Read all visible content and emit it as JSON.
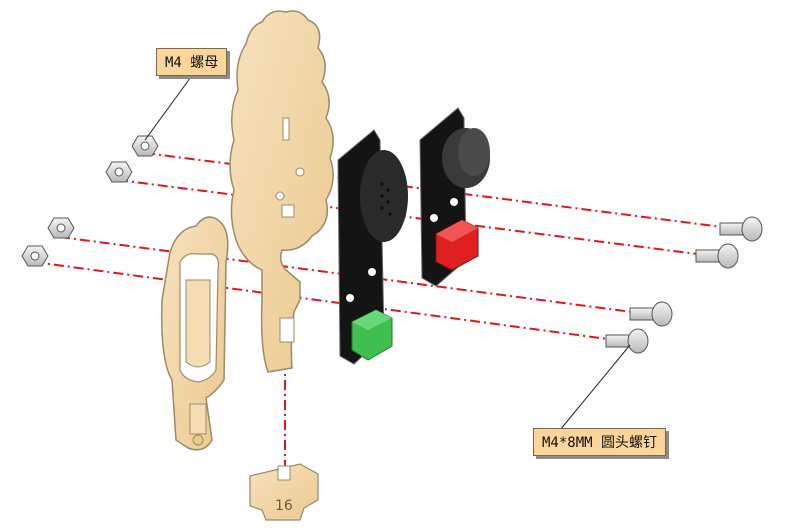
{
  "callouts": {
    "nut": "M4 螺母",
    "screw": "M4*8MM 圆头螺钉"
  },
  "part_number": "16",
  "colors": {
    "wood": "#f2d7a6",
    "wood_edge": "#9c8a6a",
    "board": "#111111",
    "button_green": "#3fbf4f",
    "button_red": "#e02020",
    "guide_line": "#e01818"
  }
}
